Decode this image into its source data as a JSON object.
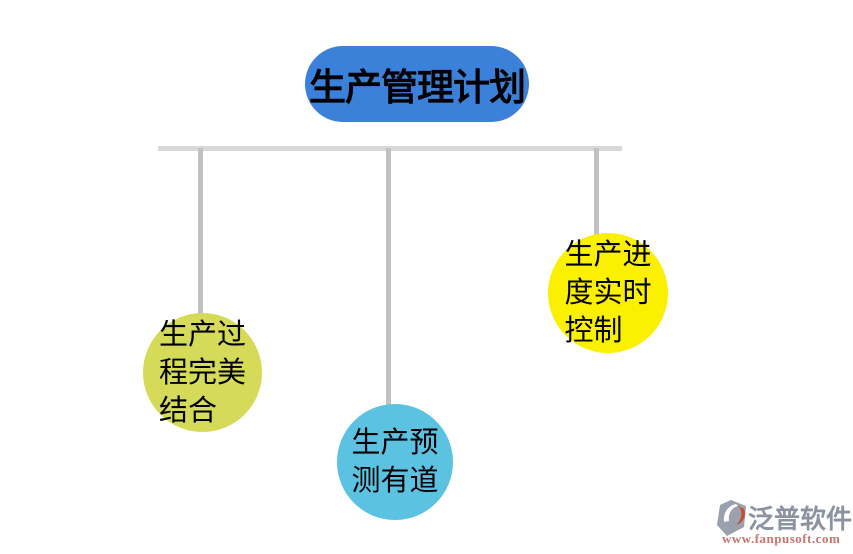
{
  "title": {
    "label": "生产管理计划",
    "bg_color": "#3B80D9",
    "text_color": "#000000"
  },
  "nodes": [
    {
      "label": "生产过程完美结合",
      "lines": [
        "生产过",
        "程完美",
        "结合"
      ],
      "color": "#D5DB58"
    },
    {
      "label": "生产预测有道",
      "lines": [
        "生产预",
        "测有道"
      ],
      "color": "#5BC2E1"
    },
    {
      "label": "生产进度实时控制",
      "lines": [
        "生产进",
        "度实时",
        "控制"
      ],
      "color": "#FBF000"
    }
  ],
  "connectors": {
    "horizontal_color": "#D8D8D8",
    "vertical_color": "#C1C1C1"
  },
  "branding": {
    "name": "泛普软件",
    "url": "www.fanpusoft.com",
    "icon": "fanpu-gem-icon",
    "name_color": "#8B92A0",
    "url_color": "#C5776C",
    "icon_gray": "#99A1AF",
    "icon_accent": "#CE4B28"
  }
}
